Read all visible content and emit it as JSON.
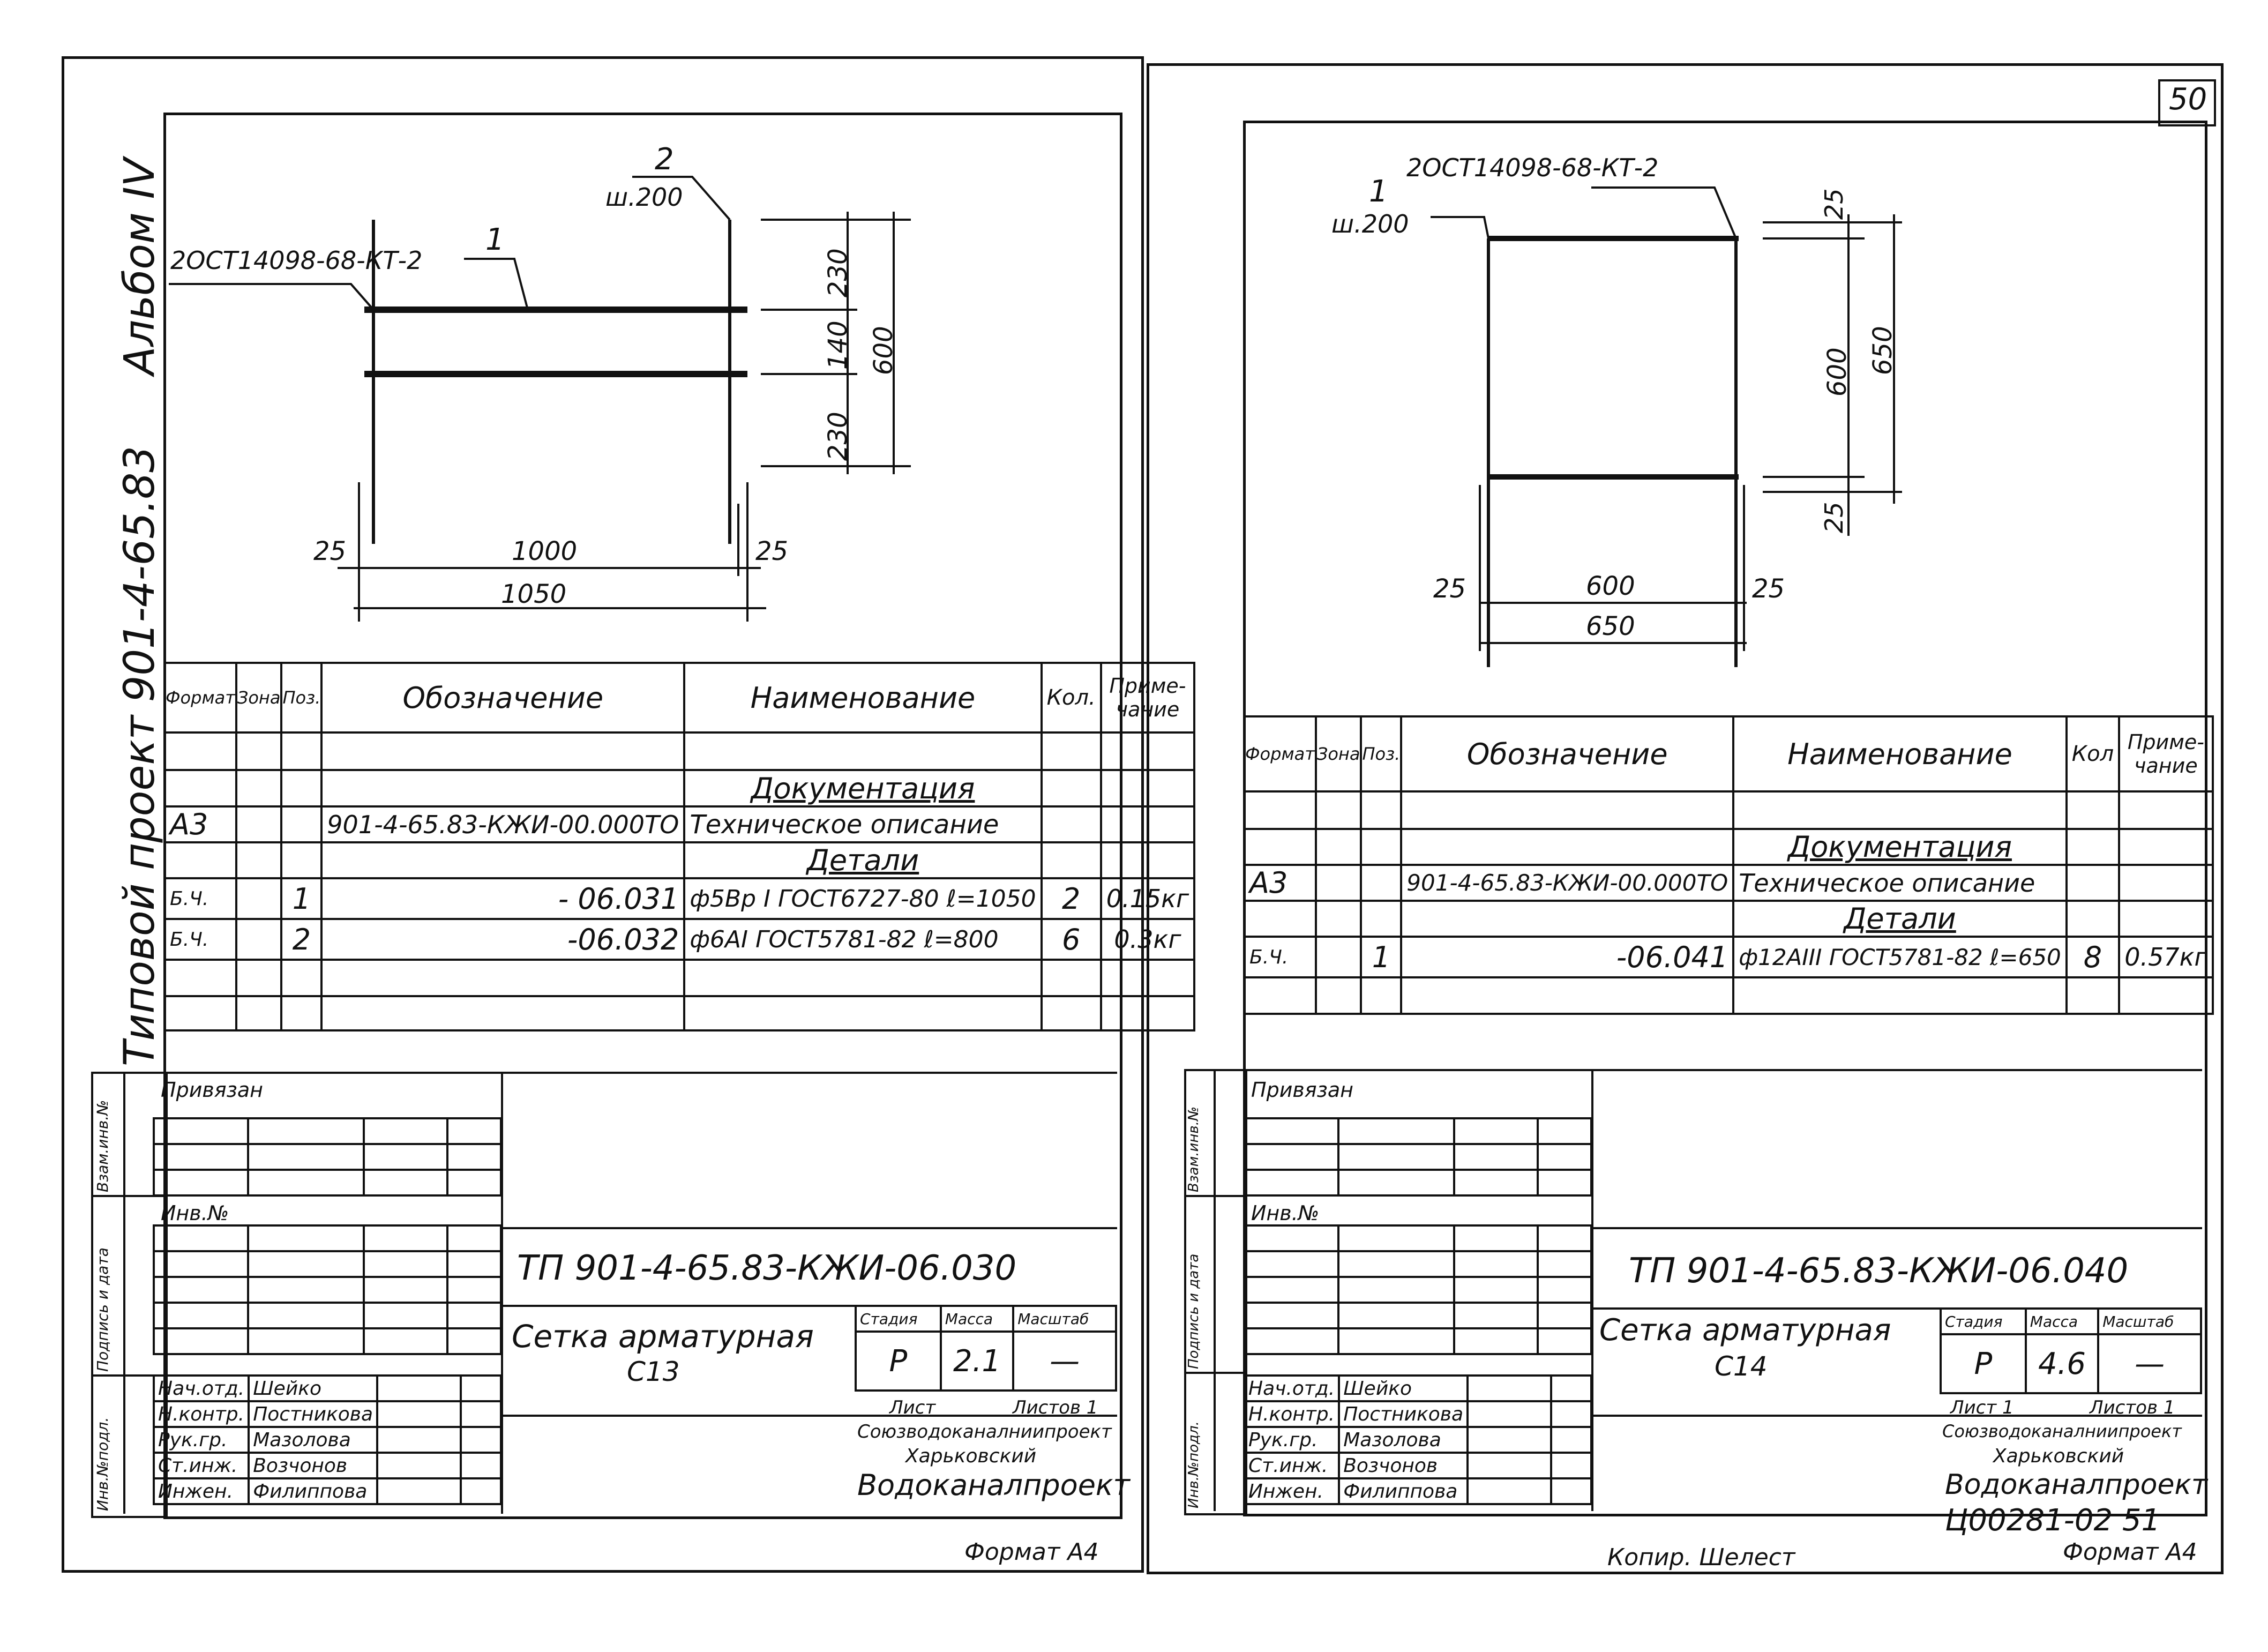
{
  "page_number": "50",
  "left": {
    "side_album": "Альбом IV",
    "side_project": "Типовой проект 901-4-65.83",
    "leader_gost": "2ОСТ14098-68-КТ-2",
    "leader_pos2": "2",
    "leader_sh": "ш.200",
    "leader_pos1": "1",
    "dims": {
      "d1000": "1000",
      "d1050": "1050",
      "d25a": "25",
      "d25b": "25",
      "d230a": "230",
      "d140": "140",
      "d230b": "230",
      "d600": "600"
    },
    "spec": {
      "headers": {
        "format": "Формат",
        "zone": "Зона",
        "pos": "Поз.",
        "designation": "Обозначение",
        "name": "Наименование",
        "qty": "Кол.",
        "note": "Приме-чание"
      },
      "section_docs": "Документация",
      "row_docs": {
        "format": "А3",
        "designation": "901-4-65.83-КЖИ-00.000ТО",
        "name": "Техническое описание"
      },
      "section_details": "Детали",
      "rows": [
        {
          "format": "Б.Ч.",
          "pos": "1",
          "designation": "- 06.031",
          "name": "ф5Вр I ГОСТ6727-80 ℓ=1050",
          "qty": "2",
          "note": "0.15кг"
        },
        {
          "format": "Б.Ч.",
          "pos": "2",
          "designation": "-06.032",
          "name": "ф6АI ГОСТ5781-82 ℓ=800",
          "qty": "6",
          "note": "0.3кг"
        }
      ]
    },
    "stamp": {
      "side_labels": [
        "Инв.№подл.",
        "Подпись и дата",
        "Взам.инв.№"
      ],
      "privyazan": "Привязан",
      "inv_no": "Инв.№",
      "code": "ТП 901-4-65.83-КЖИ-06.030",
      "title_line1": "Сетка арматурная",
      "title_line2": "С13",
      "stage_label": "Стадия",
      "mass_label": "Масса",
      "scale_label": "Масштаб",
      "stage": "Р",
      "mass": "2.1",
      "scale": "—",
      "sheet_label": "Лист",
      "sheets_label": "Листов 1",
      "org1": "Союзводоканалниипроект",
      "org2": "Харьковский",
      "org3": "Водоканалпроект",
      "roles": [
        {
          "role": "Нач.отд.",
          "name": "Шейко"
        },
        {
          "role": "Н.контр.",
          "name": "Постникова"
        },
        {
          "role": "Рук.гр.",
          "name": "Мазолова"
        },
        {
          "role": "Ст.инж.",
          "name": "Возчонов"
        },
        {
          "role": "Инжен.",
          "name": "Филиппова"
        }
      ]
    },
    "format": "Формат А4"
  },
  "right": {
    "leader_gost": "2ОСТ14098-68-КТ-2",
    "leader_pos1": "1",
    "leader_sh": "ш.200",
    "dims": {
      "d600h": "600",
      "d650h": "650",
      "d25a": "25",
      "d25b": "25",
      "d25top": "25",
      "d600v": "600",
      "d650v": "650",
      "d25bot": "25"
    },
    "spec": {
      "headers": {
        "format": "Формат",
        "zone": "Зона",
        "pos": "Поз.",
        "designation": "Обозначение",
        "name": "Наименование",
        "qty": "Кол",
        "note": "Приме-чание"
      },
      "section_docs": "Документация",
      "row_docs": {
        "format": "А3",
        "designation": "901-4-65.83-КЖИ-00.000ТО",
        "name": "Техническое описание"
      },
      "section_details": "Детали",
      "rows": [
        {
          "format": "Б.Ч.",
          "pos": "1",
          "designation": "-06.041",
          "name": "ф12АIII ГОСТ5781-82 ℓ=650",
          "qty": "8",
          "note": "0.57кг"
        }
      ]
    },
    "stamp": {
      "side_labels": [
        "Инв.№подл.",
        "Подпись и дата",
        "Взам.инв.№"
      ],
      "privyazan": "Привязан",
      "inv_no": "Инв.№",
      "code": "ТП 901-4-65.83-КЖИ-06.040",
      "title_line1": "Сетка арматурная",
      "title_line2": "С14",
      "stage_label": "Стадия",
      "mass_label": "Масса",
      "scale_label": "Масштаб",
      "stage": "Р",
      "mass": "4.6",
      "scale": "—",
      "sheet_label": "Лист 1",
      "sheets_label": "Листов 1",
      "org1": "Союзводоканалниипроект",
      "org2": "Харьковский",
      "org3": "Водоканалпроект",
      "roles": [
        {
          "role": "Нач.отд.",
          "name": "Шейко"
        },
        {
          "role": "Н.контр.",
          "name": "Постникова"
        },
        {
          "role": "Рук.гр.",
          "name": "Мазолова"
        },
        {
          "role": "Ст.инж.",
          "name": "Возчонов"
        },
        {
          "role": "Инжен.",
          "name": "Филиппова"
        }
      ]
    },
    "archive_code": "Ц00281-02 51",
    "copy": "Копир. Шелест",
    "format": "Формат А4"
  }
}
